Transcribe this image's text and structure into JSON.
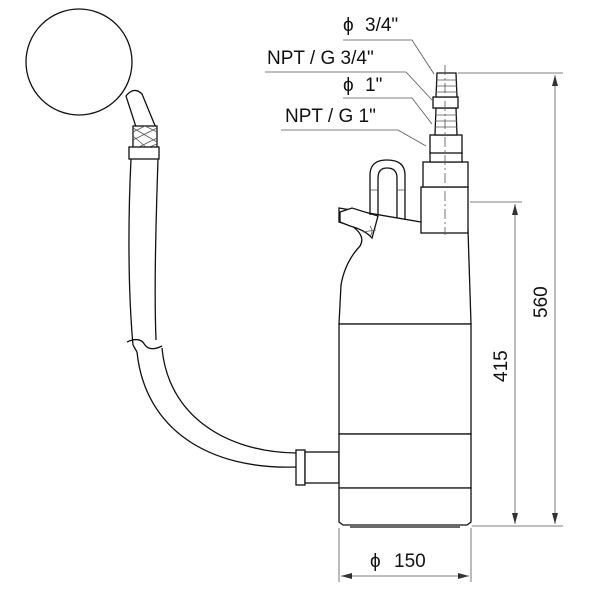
{
  "labels": {
    "hose_diameter_small": "3/4\"",
    "thread_small": "NPT / G 3/4\"",
    "hose_diameter_large": "1\"",
    "thread_large": "NPT / G 1\"",
    "diameter_symbol": "ϕ"
  },
  "dimensions": {
    "total_height": "560",
    "body_height": "415",
    "body_diameter": "150"
  },
  "colors": {
    "line": "#111111",
    "dim_line": "#555555"
  }
}
